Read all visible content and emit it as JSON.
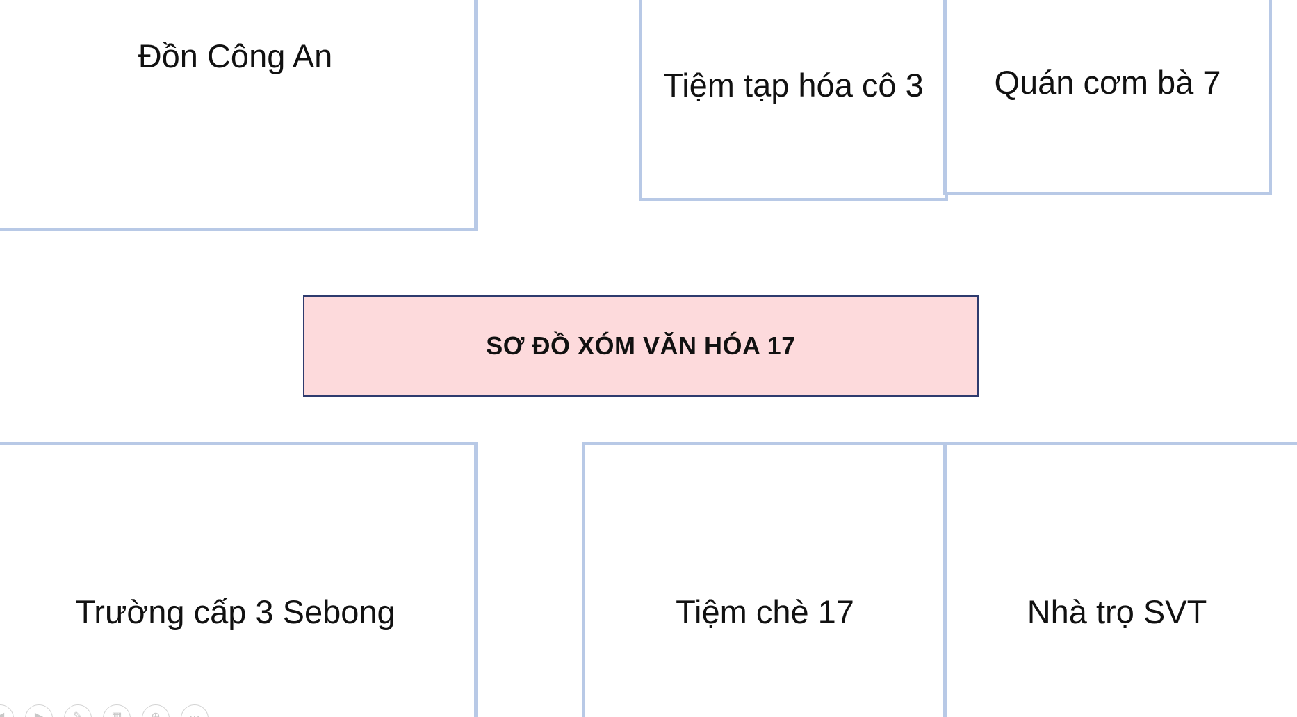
{
  "title": "SƠ ĐỒ XÓM VĂN HÓA 17",
  "places": {
    "police_station": "Đồn Công An",
    "grocery_store": "Tiệm tạp hóa cô 3",
    "rice_shop": "Quán cơm bà 7",
    "high_school": "Trường cấp 3 Sebong",
    "che_shop": "Tiệm chè 17",
    "boarding_house": "Nhà trọ SVT"
  },
  "colors": {
    "lot_border": "#b8c9e6",
    "title_fill": "#fddadc",
    "title_border": "#2e3b6e"
  },
  "toolbar": {
    "icons": [
      "previous-icon",
      "next-icon",
      "pen-icon",
      "grid-icon",
      "zoom-icon",
      "more-icon"
    ]
  }
}
